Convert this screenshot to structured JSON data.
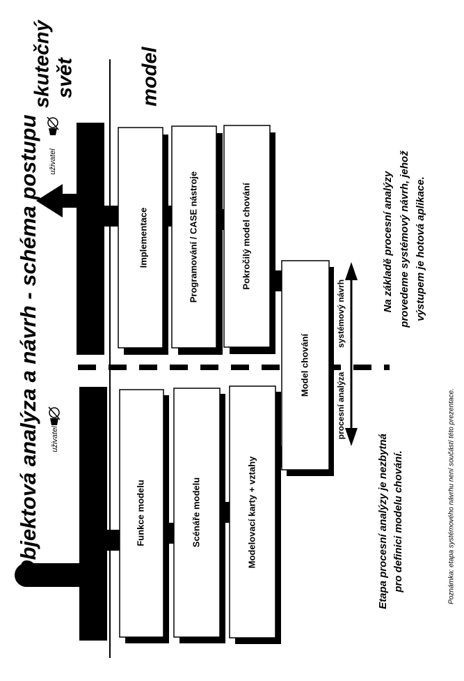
{
  "title": "Objektová analýza a návrh - schéma postupu",
  "real_world_label_line1": "skutečný",
  "real_world_label_line2": "svět",
  "model_label": "model",
  "user_label_top": "uživatel",
  "user_label_bottom": "uživatel",
  "boxes": {
    "funkce_modelu": "Funkce modelu",
    "scenare_modelu": "Scénáře modelu",
    "modelovaci_karty": "Modelovací karty + vztahy",
    "model_chovani": "Model chování",
    "implementace": "Implementace",
    "programovani": "Programování / CASE nástroje",
    "pokrocily_model": "Pokročilý model chování"
  },
  "phases": {
    "procesni_analyza": "procesní analýza",
    "systemovy_navrh": "systémový návrh"
  },
  "notes": {
    "left_line1": "Etapa procesní analýzy je nezbytná",
    "left_line2": "pro definici modelu chování.",
    "right_line1": "Na základě procesní analýzy",
    "right_line2": "provedeme systémový návrh, jehož",
    "right_line3": "výstupem je hotová aplikace."
  },
  "footnote": "Poznámka: etapa systémového návrhu není součástí této prezentace."
}
